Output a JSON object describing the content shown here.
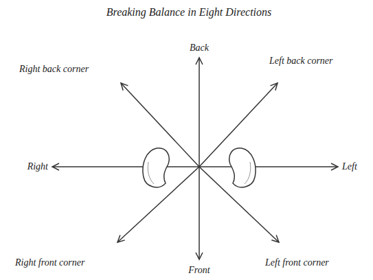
{
  "diagram": {
    "title": "Breaking Balance in Eight Directions",
    "labels": [
      "Back",
      "Right back corner",
      "Left back corner",
      "Right",
      "Left",
      "Right front corner",
      "Front",
      "Left front corner"
    ]
  }
}
